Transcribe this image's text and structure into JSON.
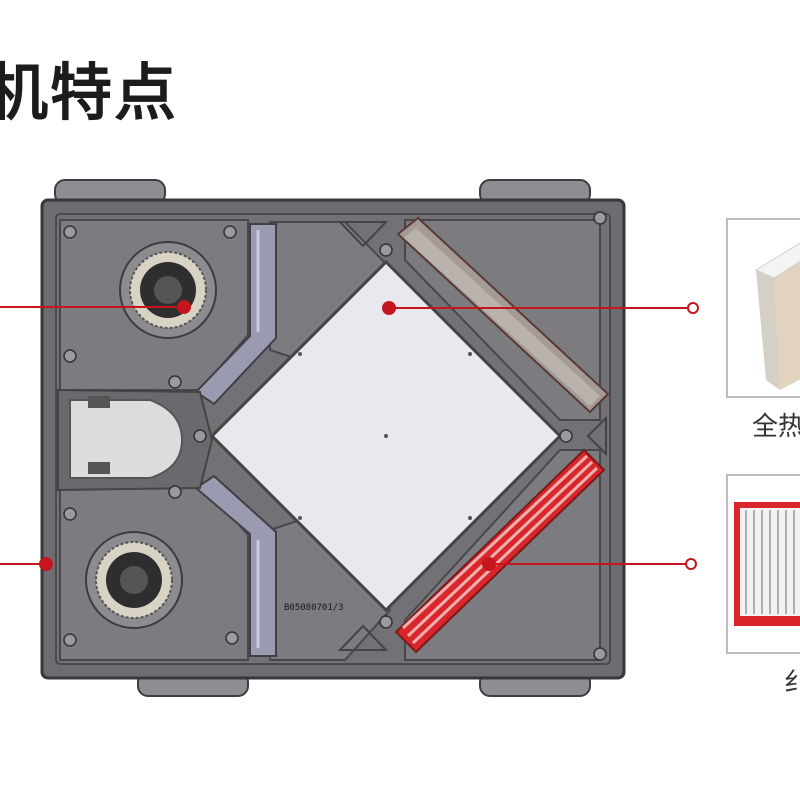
{
  "title": "机特点",
  "captions": {
    "heat_core": "全热",
    "filter": "纟"
  },
  "labels": {
    "part_code": "B05080701/3"
  },
  "colors": {
    "callout": "#c4161c",
    "housing": "#6d6d71",
    "housing_dark": "#4a4a4e",
    "core": "#e9e8ef",
    "filter_red": "#d8262b"
  }
}
